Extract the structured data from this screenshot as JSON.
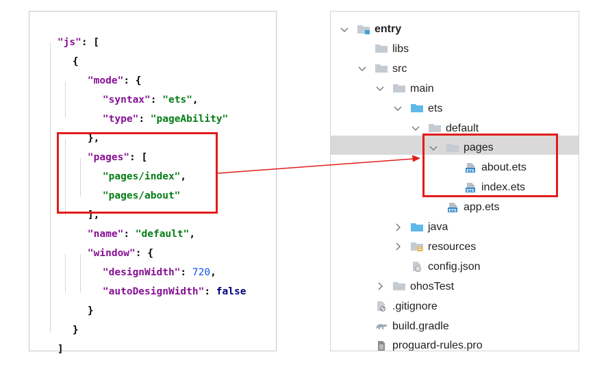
{
  "code": {
    "lines": [
      [
        "\"js\"",
        ": ["
      ],
      [
        "{"
      ],
      [
        "\"mode\"",
        ": {"
      ],
      [
        "\"syntax\"",
        ": ",
        "\"ets\"",
        ","
      ],
      [
        "\"type\"",
        ": ",
        "\"pageAbility\""
      ],
      [
        "},"
      ],
      [
        "\"pages\"",
        ": ["
      ],
      [
        "\"pages/index\"",
        ","
      ],
      [
        "\"pages/about\""
      ],
      [
        "],"
      ],
      [
        "\"name\"",
        ": ",
        "\"default\"",
        ","
      ],
      [
        "\"window\"",
        ": {"
      ],
      [
        "\"designWidth\"",
        ": ",
        "720",
        ","
      ],
      [
        "\"autoDesignWidth\"",
        ": ",
        "false"
      ],
      [
        "}"
      ],
      [
        "}"
      ],
      [
        "]"
      ]
    ]
  },
  "tree": {
    "items": [
      {
        "label": "entry",
        "icon": "module-folder-icon",
        "chevron": "expanded"
      },
      {
        "label": "libs",
        "icon": "folder-icon",
        "chevron": "none"
      },
      {
        "label": "src",
        "icon": "folder-icon",
        "chevron": "expanded"
      },
      {
        "label": "main",
        "icon": "folder-icon",
        "chevron": "expanded"
      },
      {
        "label": "ets",
        "icon": "source-folder-icon",
        "chevron": "expanded"
      },
      {
        "label": "default",
        "icon": "folder-icon",
        "chevron": "expanded"
      },
      {
        "label": "pages",
        "icon": "folder-icon",
        "chevron": "expanded"
      },
      {
        "label": "about.ets",
        "icon": "ets-file-icon",
        "chevron": "none"
      },
      {
        "label": "index.ets",
        "icon": "ets-file-icon",
        "chevron": "none"
      },
      {
        "label": "app.ets",
        "icon": "ets-file-icon",
        "chevron": "none"
      },
      {
        "label": "java",
        "icon": "source-folder-icon",
        "chevron": "collapsed"
      },
      {
        "label": "resources",
        "icon": "resources-folder-icon",
        "chevron": "collapsed"
      },
      {
        "label": "config.json",
        "icon": "json-file-icon",
        "chevron": "none"
      },
      {
        "label": "ohosTest",
        "icon": "folder-icon",
        "chevron": "collapsed"
      },
      {
        "label": ".gitignore",
        "icon": "gitignore-file-icon",
        "chevron": "none"
      },
      {
        "label": "build.gradle",
        "icon": "gradle-file-icon",
        "chevron": "none"
      },
      {
        "label": "proguard-rules.pro",
        "icon": "text-file-icon",
        "chevron": "none"
      }
    ]
  },
  "colors": {
    "keyword": "#871094",
    "string": "#067d17",
    "number": "#1750eb",
    "boolean": "#000080",
    "highlight": "#e21b1b",
    "selection": "#d9d9d9"
  }
}
